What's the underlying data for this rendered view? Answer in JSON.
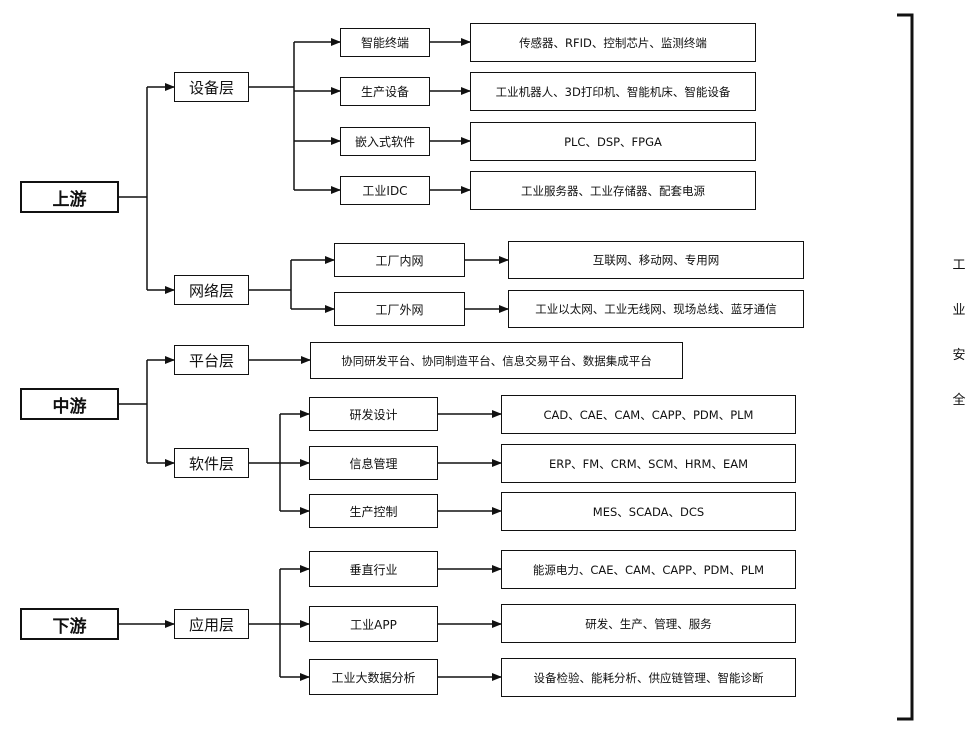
{
  "diagram": {
    "stages": {
      "upstream": "上游",
      "midstream": "中游",
      "downstream": "下游"
    },
    "layers": {
      "device": "设备层",
      "network": "网络层",
      "platform": "平台层",
      "software": "软件层",
      "application": "应用层"
    },
    "items": {
      "smart_terminal": "智能终端",
      "production_equipment": "生产设备",
      "embedded_software": "嵌入式软件",
      "industrial_idc": "工业IDC",
      "factory_intranet": "工厂内网",
      "factory_extranet": "工厂外网",
      "rd_design": "研发设计",
      "info_management": "信息管理",
      "production_control": "生产控制",
      "vertical_industry": "垂直行业",
      "industrial_app": "工业APP",
      "industrial_big_data": "工业大数据分析"
    },
    "details": {
      "smart_terminal": "传感器、RFID、控制芯片、监测终端",
      "production_equipment": "工业机器人、3D打印机、智能机床、智能设备",
      "embedded_software": "PLC、DSP、FPGA",
      "industrial_idc": "工业服务器、工业存储器、配套电源",
      "factory_intranet": "互联网、移动网、专用网",
      "factory_extranet": "工业以太网、工业无线网、现场总线、蓝牙通信",
      "platform": "协同研发平台、协同制造平台、信息交易平台、数据集成平台",
      "rd_design": "CAD、CAE、CAM、CAPP、PDM、PLM",
      "info_management": "ERP、FM、CRM、SCM、HRM、EAM",
      "production_control": "MES、SCADA、DCS",
      "vertical_industry": "能源电力、CAE、CAM、CAPP、PDM、PLM",
      "industrial_app": "研发、生产、管理、服务",
      "industrial_big_data": "设备检验、能耗分析、供应链管理、智能诊断"
    },
    "side_label": [
      "工",
      "业",
      "安",
      "全"
    ]
  }
}
